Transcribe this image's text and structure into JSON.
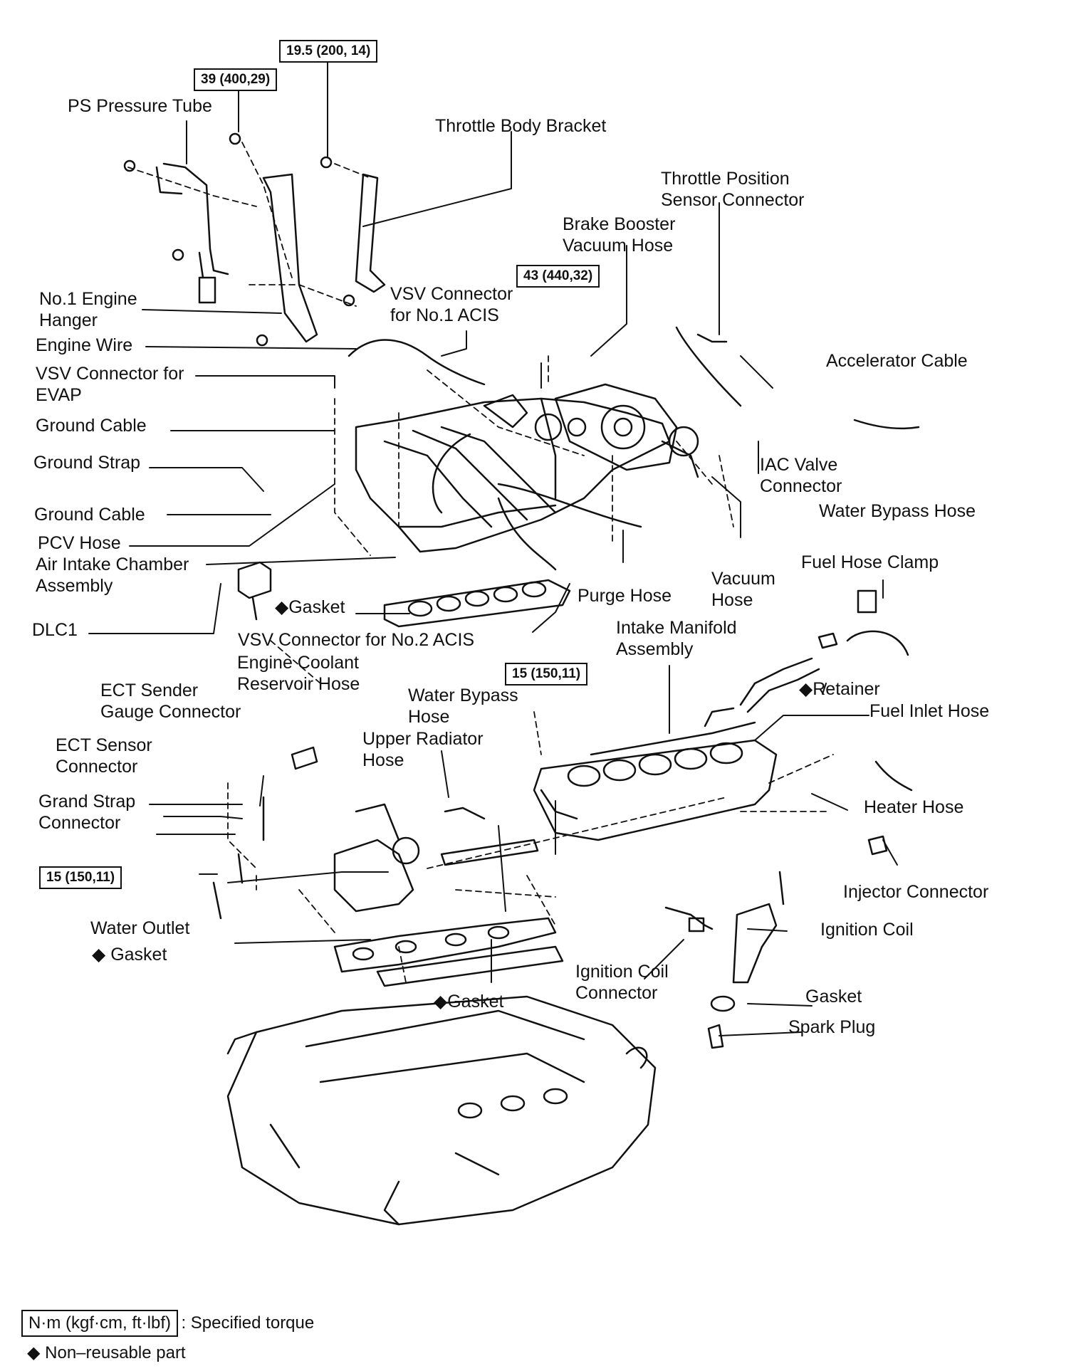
{
  "torque_specs": {
    "t1": "19.5 (200, 14)",
    "t2": "39 (400,29)",
    "t3": "43 (440,32)",
    "t4": "15 (150,11)",
    "t5": "15 (150,11)"
  },
  "labels": {
    "ps_pressure_tube": "PS Pressure Tube",
    "throttle_body_bracket": "Throttle Body Bracket",
    "throttle_position_sensor_connector": "Throttle Position\nSensor Connector",
    "brake_booster_vacuum_hose": "Brake Booster\nVacuum Hose",
    "no1_engine_hanger": "No.1 Engine\nHanger",
    "vsv_connector_no1_acis": "VSV Connector\nfor No.1 ACIS",
    "engine_wire": "Engine Wire",
    "vsv_connector_evap": "VSV Connector for\nEVAP",
    "accelerator_cable": "Accelerator Cable",
    "ground_cable_1": "Ground Cable",
    "ground_strap": "Ground Strap",
    "iac_valve_connector": "IAC Valve\nConnector",
    "ground_cable_2": "Ground Cable",
    "water_bypass_hose_1": "Water Bypass Hose",
    "pcv_hose": "PCV Hose",
    "air_intake_chamber_assembly": "Air Intake Chamber\nAssembly",
    "fuel_hose_clamp": "Fuel Hose Clamp",
    "vacuum_hose": "Vacuum\nHose",
    "gasket_1": "Gasket",
    "purge_hose": "Purge Hose",
    "dlc1": "DLC1",
    "vsv_connector_no2_acis": "VSV Connector for No.2 ACIS",
    "intake_manifold_assembly": "Intake Manifold\nAssembly",
    "engine_coolant_reservoir_hose": "Engine Coolant\nReservoir Hose",
    "retainer": "Retainer",
    "ect_sender_gauge_connector": "ECT Sender\nGauge Connector",
    "water_bypass_hose_2": "Water Bypass\nHose",
    "fuel_inlet_hose": "Fuel Inlet Hose",
    "upper_radiator_hose": "Upper Radiator\nHose",
    "ect_sensor_connector": "ECT Sensor\nConnector",
    "heater_hose": "Heater Hose",
    "grand_strap_connector": "Grand Strap\nConnector",
    "injector_connector": "Injector Connector",
    "water_outlet": "Water Outlet",
    "ignition_coil": "Ignition Coil",
    "gasket_2": "Gasket",
    "ignition_coil_connector": "Ignition Coil\nConnector",
    "gasket_3": "Gasket",
    "gasket_4": "Gasket",
    "spark_plug": "Spark Plug"
  },
  "markers": {
    "non_reusable": "◆"
  },
  "legend": {
    "torque_units": "N·m (kgf·cm, ft·lbf)",
    "torque_desc": ": Specified torque",
    "nonreusable_desc": "Non–reusable part"
  }
}
